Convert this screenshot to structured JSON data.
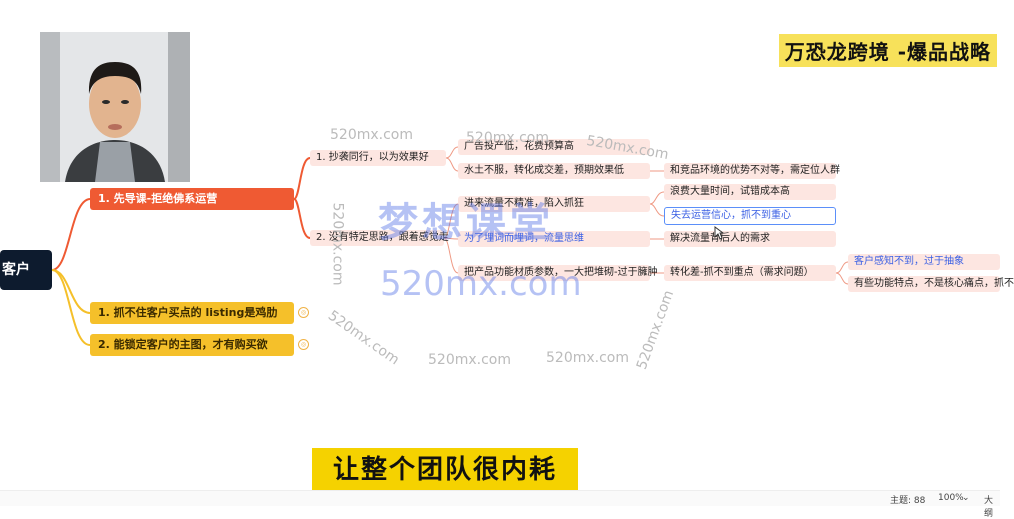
{
  "header": {
    "title": "万恐龙跨境 -爆品战略"
  },
  "root": {
    "label": "客户"
  },
  "branches": {
    "guide": "1. 先导课-拒绝佛系运营",
    "listing": "1. 抓不住客户买点的 listing是鸡肋",
    "image": "2. 能锁定客户的主图，才有购买欲"
  },
  "sub": {
    "copy": "1. 抄袭同行，以为效果好",
    "no_idea": "2. 没有特定思路，跟着感觉走"
  },
  "leaves": {
    "ad_low": "广告投产低，花费预算高",
    "unfit": "水土不服，转化成交差，预期效果低",
    "env": "和竞品环境的优势不对等，需定位人群",
    "unsteady": "进来流量不精准，陷入抓狂",
    "waste": "浪费大量时间，试错成本高",
    "lose": "失去运营信心，抓不到重心",
    "word": "为了埋词而埋词，流量思维",
    "solve": "解决流量背后人的需求",
    "params": "把产品功能材质参数，一大把堆砌-过于臃肿",
    "poor": "转化差-抓不到重点（需求问题）",
    "abstract": "客户感知不到，过于抽象",
    "features": "有些功能特点，不是核心痛点，抓不"
  },
  "subtitle": "让整个团队很内耗",
  "statusbar": {
    "topics": "主题: 88",
    "zoom": "100%",
    "zoom_caret": "⌄",
    "font": "大纲"
  },
  "watermark": {
    "big": "梦想课堂",
    "url": "520mx.com",
    "small": "520mx.com"
  }
}
